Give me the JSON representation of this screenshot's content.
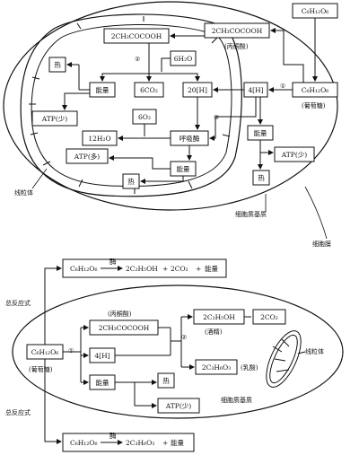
{
  "boxes": {
    "glucose_outer": "C₆H₁₂O₆",
    "pyruvate_upper": "2CH₃COCOOH",
    "pyruvate_inner": "2CH₃COCOOH",
    "water_in": "6H₂O",
    "heat_upper": "热",
    "energy_a": "能量",
    "co2_six": "6CO₂",
    "h20": "20[H]",
    "h4_upper": "4[H]",
    "glucose_upper": "C₆H₁₂O₆",
    "o2_six": "6O₂",
    "water_out": "12H₂O",
    "resp_enzyme": "呼吸酶",
    "atp_more": "ATP(多)",
    "energy_b": "能量",
    "heat_b": "热",
    "energy_c": "能量",
    "heat_c": "热",
    "atp_less_left": "ATP(少)",
    "atp_less_right": "ATP(少)",
    "eq1_box_a": "C₆H₁₂O₆",
    "eq1_box_b": "2C₂H₅OH",
    "eq1_box_c": "2CO₂",
    "eq1_box_d": "能量",
    "pyruvate_lower": "2CH₃COCOOH",
    "ethanol_lower": "2C₂H₅OH",
    "co2_two_lower": "2CO₂",
    "glucose_lower": "C₆H₁₂O₆",
    "h4_lower": "4[H]",
    "lactic_lower": "2C₃H₆O₃",
    "energy_lower": "能量",
    "heat_lower": "热",
    "atp_less_lower": "ATP(少)",
    "eq2_box_a": "C₆H₁₂O₆",
    "eq2_box_b": "2C₃H₆O₃",
    "eq2_box_d": "能量"
  },
  "labels": {
    "pyruvate": "(丙酮酸)",
    "glucose": "(葡萄糖)",
    "mitochondrion_left": "线粒体",
    "cytoplasm_matrix": "细胞质基质",
    "cell_membrane": "细胞膜",
    "total_reaction_1": "总反应式",
    "total_reaction_2": "总反应式",
    "enzyme_1": "酶",
    "enzyme_2": "酶",
    "pyruvate_lower": "(丙酮酸)",
    "ethanol": "(酒精)",
    "lactic": "(乳酸)",
    "glucose_lower": "(葡萄糖)",
    "mitochondrion_right": "线粒体",
    "cytoplasm_matrix_lower": "细胞质基质",
    "plus": "+",
    "step1": "①",
    "step2": "②",
    "step3": "③"
  }
}
